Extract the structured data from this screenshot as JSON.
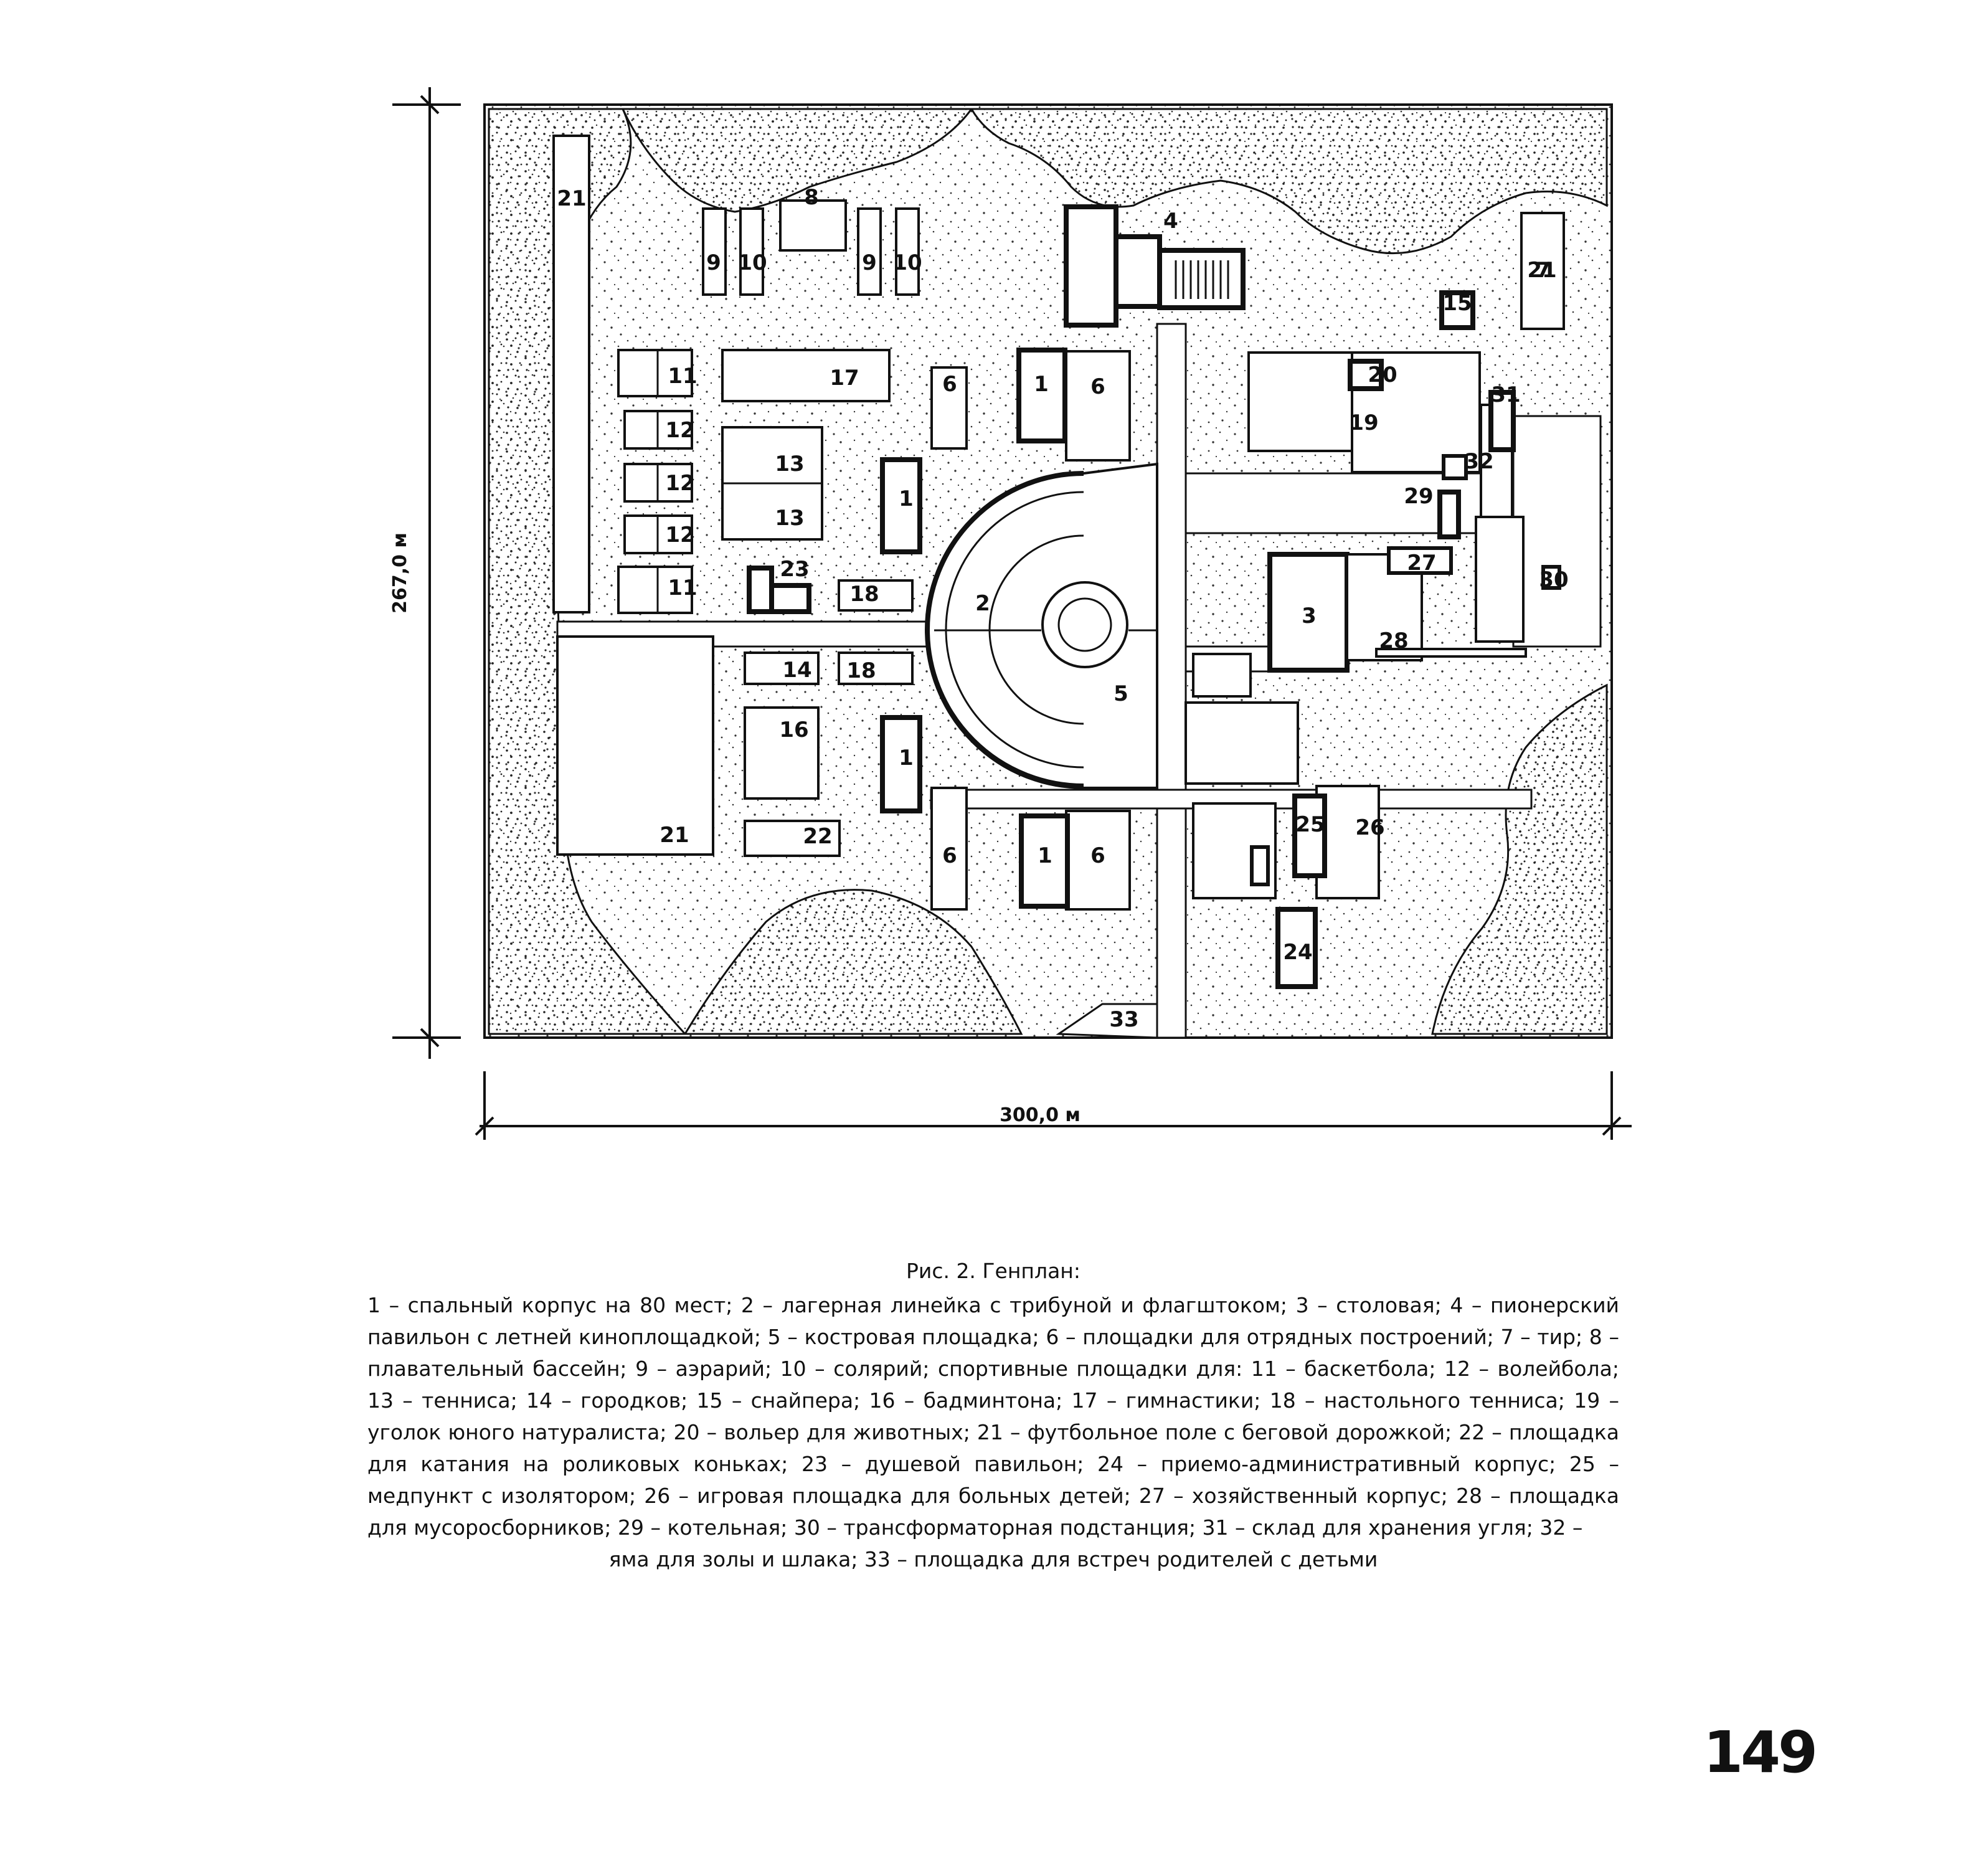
{
  "plan": {
    "dimension_height": "267,0 м",
    "dimension_width": "300,0 м",
    "labels": [
      "1",
      "1",
      "1",
      "1",
      "2",
      "3",
      "4",
      "5",
      "6",
      "6",
      "6",
      "6",
      "7",
      "8",
      "9",
      "9",
      "10",
      "10",
      "11",
      "11",
      "12",
      "12",
      "12",
      "13",
      "13",
      "14",
      "15",
      "16",
      "17",
      "18",
      "18",
      "19",
      "20",
      "21",
      "21",
      "21",
      "22",
      "23",
      "24",
      "25",
      "26",
      "27",
      "28",
      "29",
      "30",
      "31",
      "32",
      "33"
    ]
  },
  "caption": {
    "title": "Рис. 2. Генплан:",
    "body": "1 – спальный корпус на 80 мест; 2 – лагерная линейка с трибуной и флагштоком; 3 – столовая; 4 – пионерский павильон с летней киноплощадкой; 5 – костровая площадка; 6 – площадки для отрядных построений; 7 – тир; 8 – плавательный бассейн; 9 – аэрарий; 10 – солярий; спортивные площадки для: 11 – баскетбола; 12 – волейбола; 13 – тенниса; 14 – городков; 15 – снайпера; 16 – бадминтона; 17 – гимнастики; 18 – настольного тенниса; 19 – уголок юного натуралиста; 20 – вольер для животных; 21 – футбольное поле с беговой дорожкой; 22 – площадка для катания на роликовых коньках; 23 – душевой павильон; 24 – приемо-административный корпус; 25 – медпункт с изолятором; 26 – игровая площадка для больных детей; 27 – хозяйственный корпус; 28 – площадка для мусоросборников; 29 – котельная; 30 – трансформаторная подстанция; 31 – склад для хранения угля; 32 –",
    "last_line": "яма для золы и шлака; 33 – площадка для встреч родителей с детьми"
  },
  "page_number": "149"
}
